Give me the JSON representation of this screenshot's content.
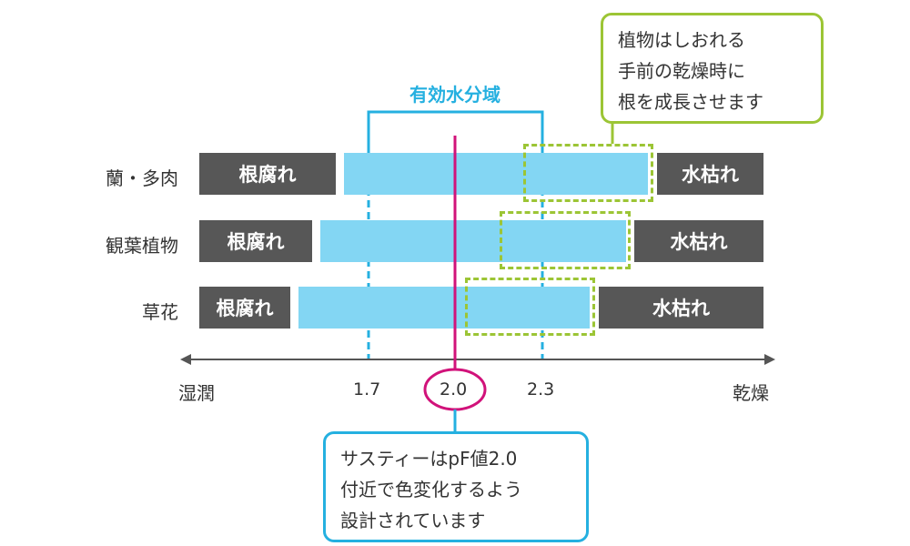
{
  "effective_zone": {
    "label": "有効水分域",
    "from": 1.7,
    "to": 2.3
  },
  "marker": {
    "value": "2.0"
  },
  "rows": [
    {
      "name": "蘭・多肉",
      "left_label": "根腐れ",
      "right_label": "水枯れ"
    },
    {
      "name": "観葉植物",
      "left_label": "根腐れ",
      "right_label": "水枯れ"
    },
    {
      "name": "草花",
      "left_label": "根腐れ",
      "right_label": "水枯れ"
    }
  ],
  "axis": {
    "left_label": "湿潤",
    "right_label": "乾燥",
    "ticks": [
      "1.7",
      "2.3"
    ]
  },
  "callout_top": {
    "text": "植物はしおれる\n手前の乾燥時に\n根を成長させます"
  },
  "callout_bottom": {
    "text": "サスティーはpF値2.0\n付近で色変化するよう\n設計されています"
  },
  "colors": {
    "blue": "#83d6f3",
    "zone_line": "#25b0e0",
    "dark": "#575757",
    "green": "#9cc535",
    "magenta": "#d1127a"
  }
}
